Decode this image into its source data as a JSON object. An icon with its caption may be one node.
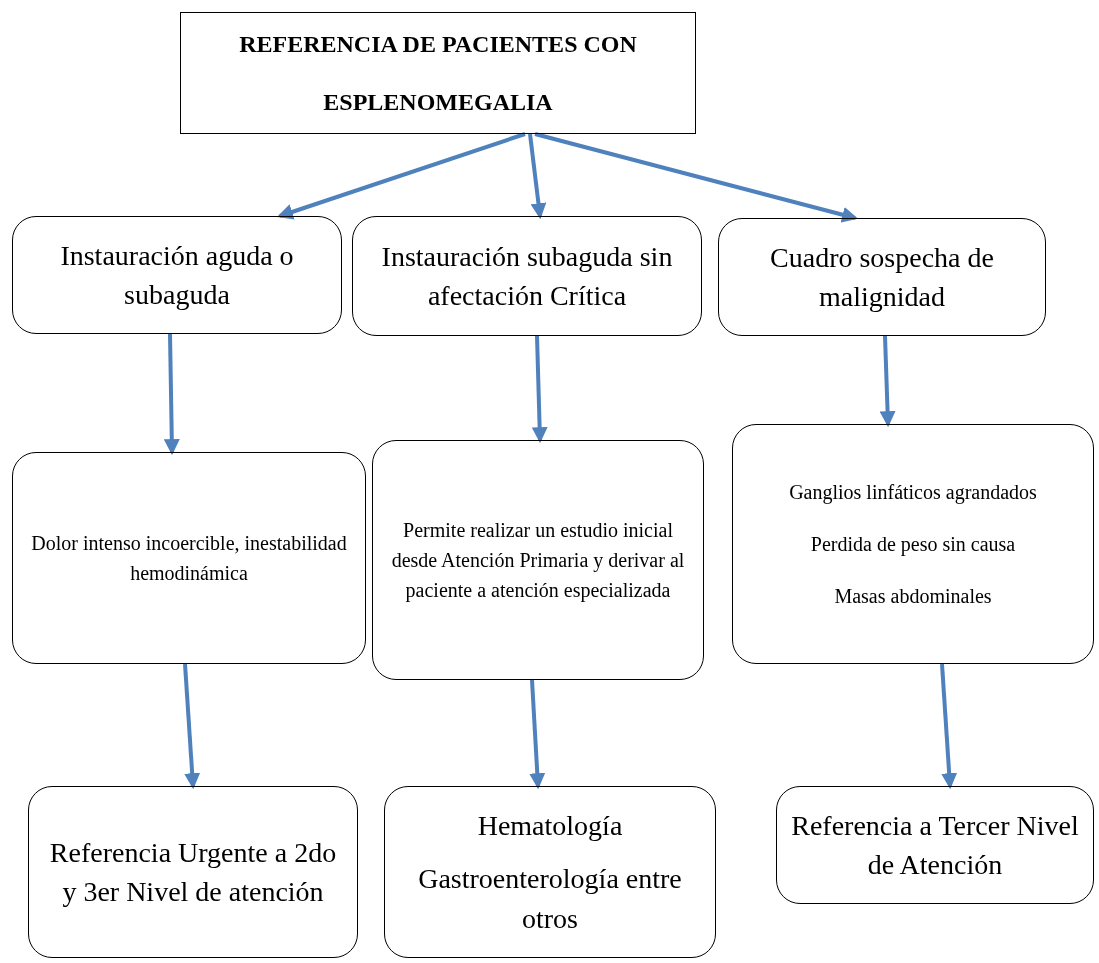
{
  "diagram": {
    "nodes": [
      {
        "text": [
          "REFERENCIA DE PACIENTES CON ESPLENOMEGALIA"
        ]
      },
      {
        "text": [
          "Instauración aguda o subaguda"
        ]
      },
      {
        "text": [
          "Instauración subaguda sin afectación Crítica"
        ]
      },
      {
        "text": [
          "Cuadro sospecha de malignidad"
        ]
      },
      {
        "text": [
          "Dolor intenso incoercible, inestabilidad hemodinámica"
        ]
      },
      {
        "text": [
          "Permite realizar un estudio inicial desde Atención Primaria y derivar al paciente a atención especializada"
        ]
      },
      {
        "text": [
          "Ganglios linfáticos agrandados",
          "Perdida de peso sin causa",
          "Masas abdominales"
        ]
      },
      {
        "text": [
          "Referencia Urgente a 2do y 3er Nivel de atención"
        ]
      },
      {
        "text": [
          "Hematología",
          "Gastroenterología entre otros"
        ]
      },
      {
        "text": [
          "Referencia a Tercer Nivel de Atención"
        ]
      }
    ],
    "edges": [
      {
        "from": 0,
        "to": 1,
        "arrow": "to"
      },
      {
        "from": 0,
        "to": 2,
        "arrow": "to"
      },
      {
        "from": 0,
        "to": 3,
        "arrow": "to"
      },
      {
        "from": 1,
        "to": 4,
        "arrow": "to"
      },
      {
        "from": 2,
        "to": 5,
        "arrow": "to"
      },
      {
        "from": 3,
        "to": 6,
        "arrow": "to"
      },
      {
        "from": 4,
        "to": 7,
        "arrow": "to"
      },
      {
        "from": 5,
        "to": 8,
        "arrow": "to"
      },
      {
        "from": 6,
        "to": 9,
        "arrow": "to"
      }
    ]
  }
}
